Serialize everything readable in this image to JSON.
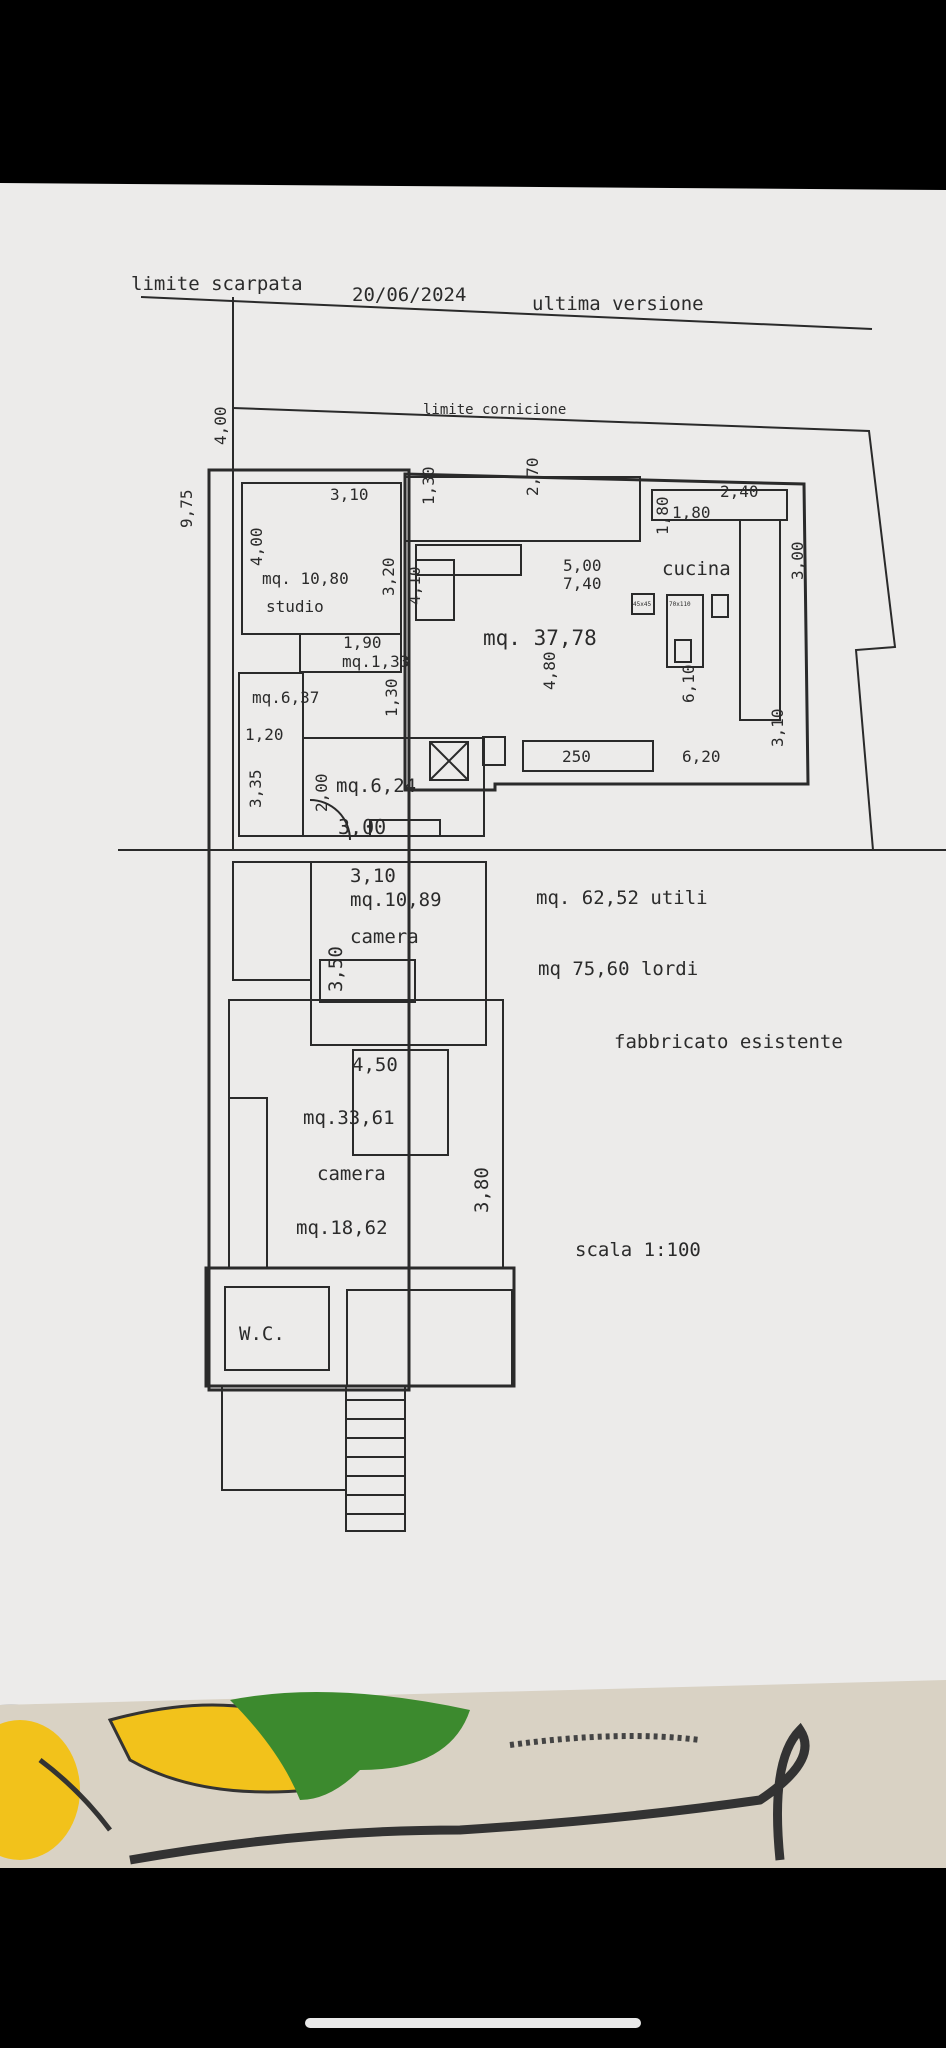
{
  "header": {
    "title": "limite scarpata",
    "date": "20/06/2024",
    "version": "ultima versione",
    "cornice": "limite cornicione"
  },
  "rooms": {
    "studio": {
      "name": "studio",
      "area": "mq. 10,80"
    },
    "ripostiglio": {
      "dim": "1,90",
      "area": "mq.1,33"
    },
    "soggiorno": {
      "area": "mq. 37,78"
    },
    "cucina": {
      "name": "cucina",
      "table": "70x110",
      "small_table": "45x45"
    },
    "disimpegno": {
      "area": "mq.6,37"
    },
    "bagno": {
      "area": "mq.6,24"
    },
    "camera1": {
      "name": "camera",
      "area": "mq.10,89"
    },
    "camera2": {
      "name": "camera",
      "area_a": "mq.33,61",
      "area_b": "mq.18,62"
    },
    "wc": {
      "name": "W.C."
    }
  },
  "dimensions": {
    "d_4_00_top": "4,00",
    "d_9_75": "9,75",
    "d_3_10_studio": "3,10",
    "d_1_30_a": "1,30",
    "d_2_70": "2,70",
    "d_2_40": "2,40",
    "d_1_80_h": "1,80",
    "d_1_80_v": "1,80",
    "d_3_00_right": "3,00",
    "d_4_00_studio": "4,00",
    "d_3_20": "3,20",
    "d_4_10": "4,10",
    "d_5_00": "5,00",
    "d_7_40": "7,40",
    "d_4_80": "4,80",
    "d_6_10": "6,10",
    "d_1_30_b": "1,30",
    "d_1_20": "1,20",
    "d_250": "250",
    "d_6_20": "6,20",
    "d_3_10_right": "3,10",
    "d_2_00": "2,00",
    "d_3_00_bath": "3,00",
    "d_3_35": "3,35",
    "d_3_10_camera": "3,10",
    "d_3_50": "3,50",
    "d_4_50": "4,50",
    "d_3_80": "3,80"
  },
  "summary": {
    "utili": "mq. 62,52 utili",
    "lordi": "mq 75,60 lordi",
    "note": "fabbricato esistente",
    "scale": "scala 1:100"
  },
  "colors": {
    "paper": "#ecebea",
    "ink": "#2a2a2a",
    "lemon": "#f2c21b",
    "leaf": "#3c8a2e",
    "cloth": "#d9d2c4"
  }
}
